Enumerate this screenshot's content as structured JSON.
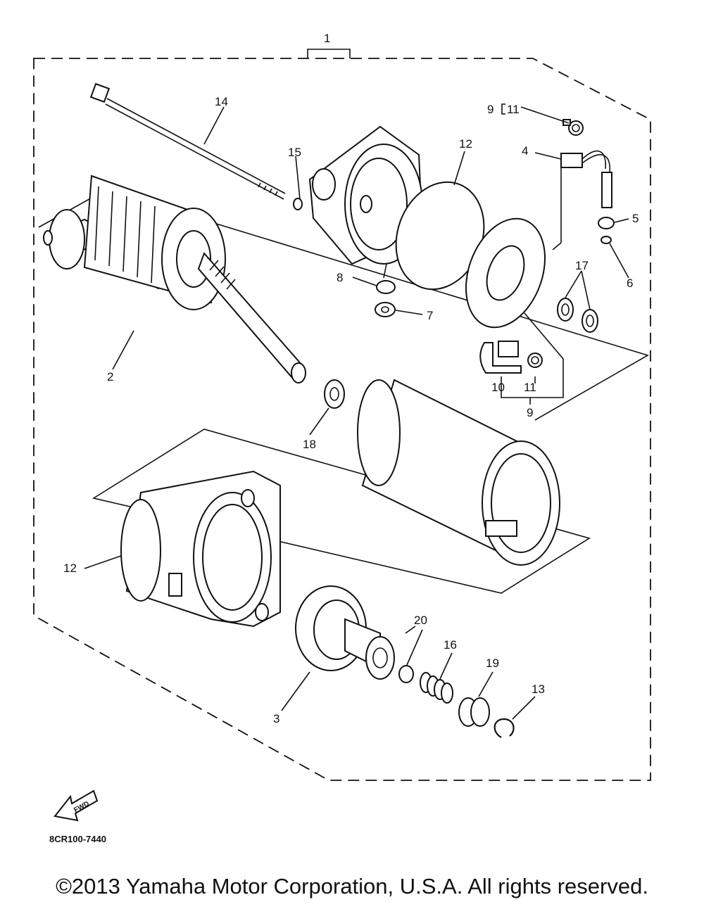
{
  "diagram": {
    "labels": {
      "p1": "1",
      "p2": "2",
      "p3": "3",
      "p4": "4",
      "p5": "5",
      "p6": "6",
      "p7": "7",
      "p8": "8",
      "p9_top": "9",
      "p11_top": "11",
      "p9_bottom": "9",
      "p10": "10",
      "p11_bottom": "11",
      "p12_top": "12",
      "p12_left": "12",
      "p13": "13",
      "p14": "14",
      "p15": "15",
      "p16": "16",
      "p17": "17",
      "p18": "18",
      "p19": "19",
      "p20": "20"
    },
    "fwd_badge": "FWD",
    "drawing_code": "8CR100-7440"
  },
  "footer": {
    "copyright": "©2013 Yamaha Motor Corporation, U.S.A. All rights reserved."
  }
}
